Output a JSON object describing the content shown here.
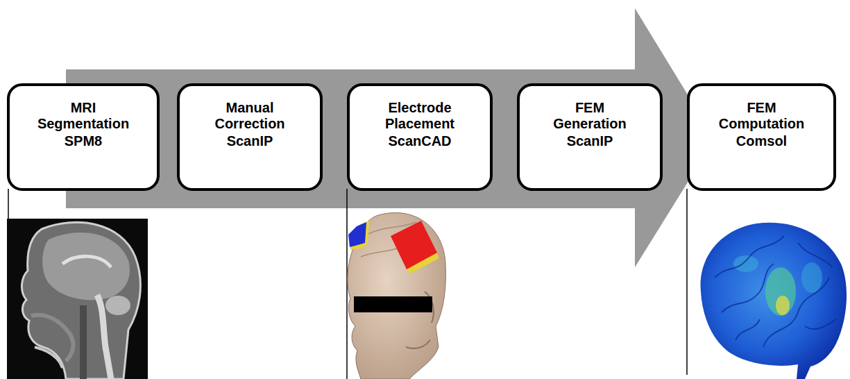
{
  "diagram": {
    "nodes": [
      {
        "text": [
          "MRI Segmentation",
          "SPM8"
        ]
      },
      {
        "text": [
          "Manual Correction",
          "ScanIP"
        ]
      },
      {
        "text": [
          "Electrode Placement",
          "ScanCAD"
        ]
      },
      {
        "text": [
          "FEM Generation",
          "ScanIP"
        ]
      },
      {
        "text": [
          "FEM Computation",
          "Comsol"
        ]
      }
    ]
  }
}
